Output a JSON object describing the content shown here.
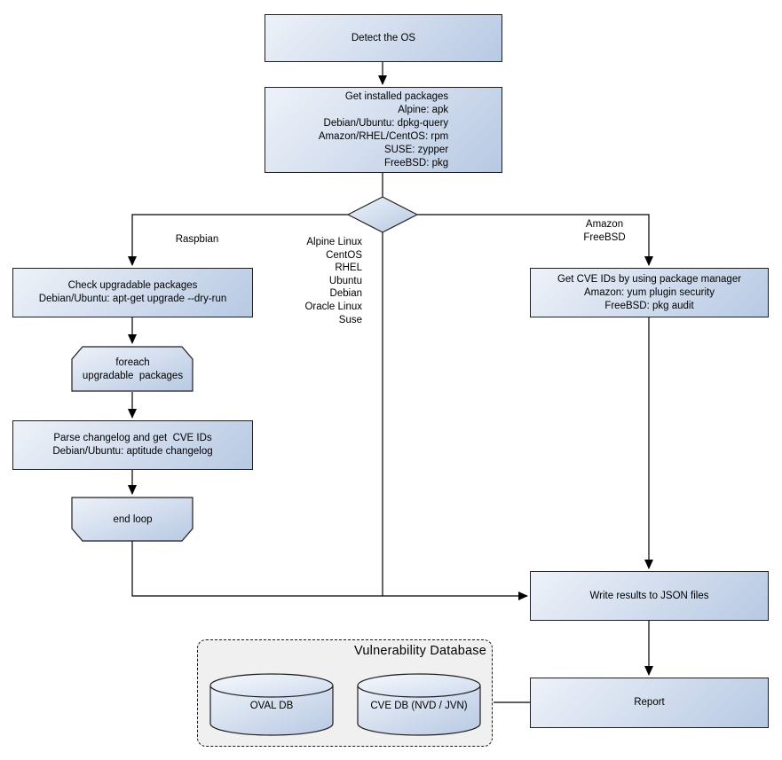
{
  "colors": {
    "node_fill_light": "#eef2f9",
    "node_fill_dark": "#b7c9e3",
    "node_border": "#1f1f1f",
    "connector": "#000000",
    "db_container_fill": "#f0f0f0",
    "canvas_background": "#ffffff"
  },
  "nodes": {
    "detect_os": {
      "label": "Detect the OS"
    },
    "get_installed_packages": {
      "lines": [
        "Get installed packages",
        "Alpine: apk",
        "Debian/Ubuntu: dpkg-query",
        "Amazon/RHEL/CentOS: rpm",
        "SUSE: zypper",
        "FreeBSD: pkg"
      ]
    },
    "os_decision": {
      "type": "decision-diamond"
    },
    "check_upgradable": {
      "lines": [
        "Check upgradable packages",
        "Debian/Ubuntu: apt-get upgrade --dry-run"
      ]
    },
    "foreach_loop": {
      "lines": [
        "foreach",
        "upgradable  packages"
      ]
    },
    "parse_changelog": {
      "lines": [
        "Parse changelog and get  CVE IDs",
        "Debian/Ubuntu: aptitude changelog"
      ]
    },
    "end_loop": {
      "label": "end loop"
    },
    "get_cve_ids": {
      "lines": [
        "Get CVE IDs by using package manager",
        "Amazon: yum plugin security",
        "FreeBSD: pkg audit"
      ]
    },
    "write_results": {
      "label": "Write results to JSON files"
    },
    "report": {
      "label": "Report"
    },
    "vulnerability_database": {
      "title": "Vulnerability Database",
      "oval_db_label": "OVAL DB",
      "cve_db_label": "CVE DB (NVD / JVN)"
    }
  },
  "edge_labels": {
    "raspbian": "Raspbian",
    "os_list": [
      "Alpine Linux",
      "CentOS",
      "RHEL",
      "Ubuntu",
      "Debian",
      "Oracle Linux",
      "Suse"
    ],
    "amazon": "Amazon",
    "freebsd": "FreeBSD"
  }
}
